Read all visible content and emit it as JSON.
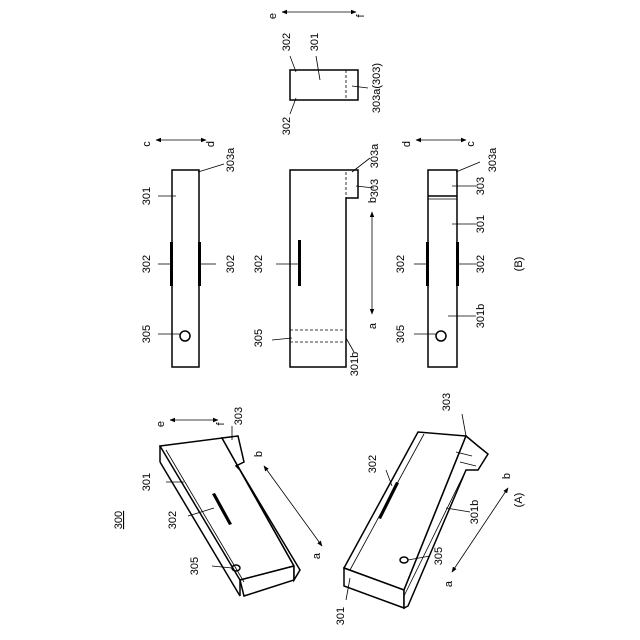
{
  "figure": {
    "part_number": "300",
    "caption_a": "(A)",
    "caption_b": "(B)"
  },
  "directions": {
    "a": "a",
    "b": "b",
    "c": "c",
    "d": "d",
    "e": "e",
    "f": "f"
  },
  "labels": {
    "l301": "301",
    "l301b": "301b",
    "l302": "302",
    "l303": "303",
    "l303a": "303a",
    "l303a_303": "303a(303)",
    "l305": "305"
  }
}
